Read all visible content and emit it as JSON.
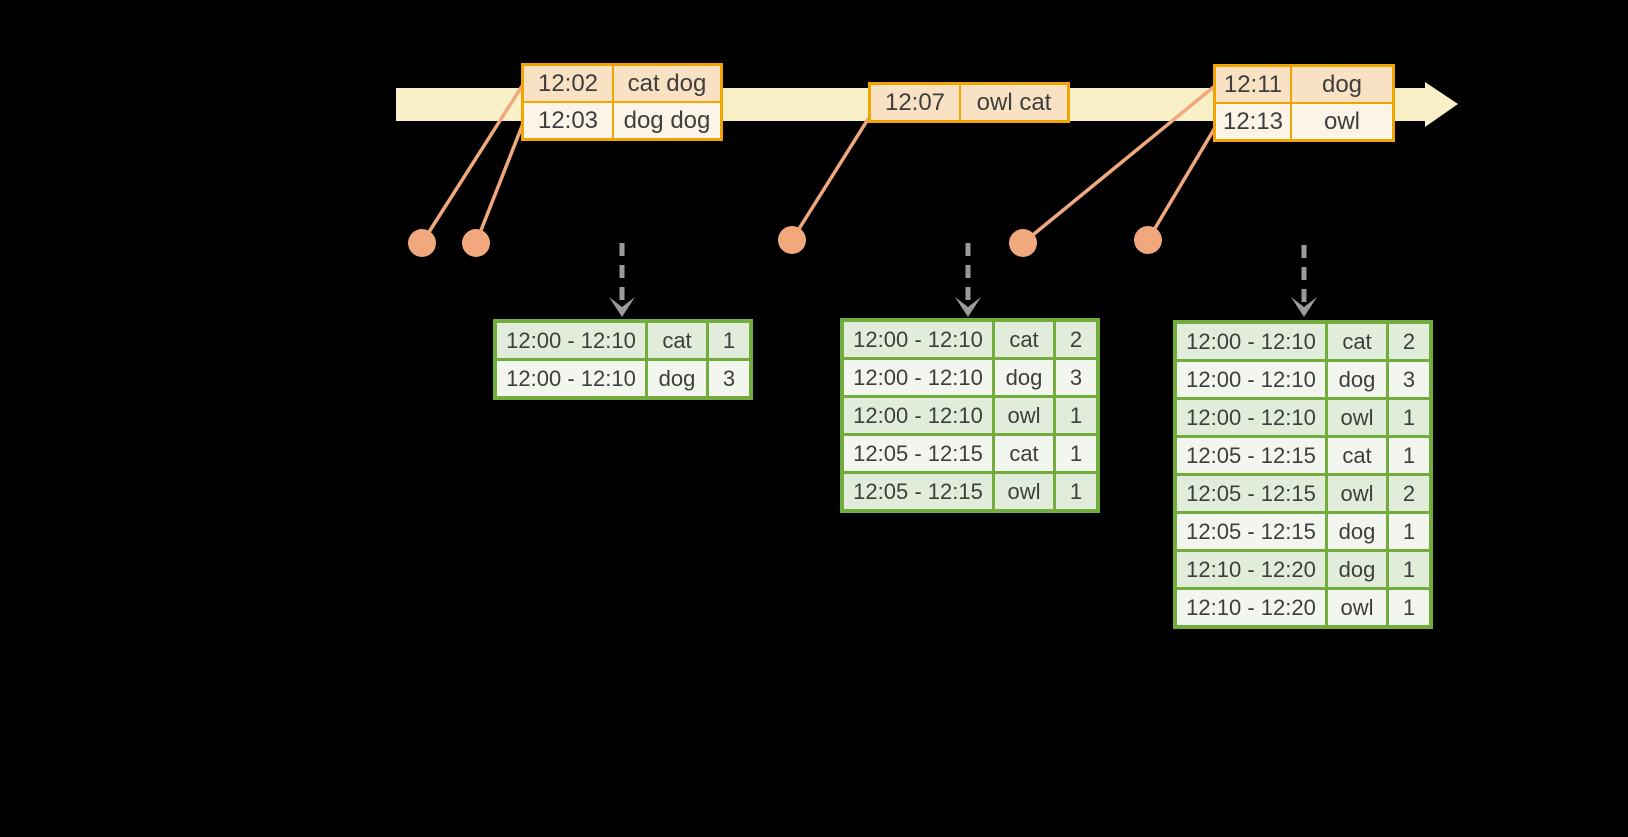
{
  "colors": {
    "band": "#FAF0C8",
    "gold": "#F0A500",
    "peach_dark": "#F9E2C3",
    "peach_light": "#FDF4E8",
    "orange": "#F0A87C",
    "gray": "#9B9B9B",
    "green": "#71AC3D",
    "green_dark": "#E2ECDA",
    "green_light": "#F2F6EE",
    "ink": "#3E3E3E",
    "background": "#000000"
  },
  "event_tables": [
    {
      "rows": [
        [
          "12:02",
          "cat dog"
        ],
        [
          "12:03",
          "dog dog"
        ]
      ]
    },
    {
      "rows": [
        [
          "12:07",
          "owl cat"
        ]
      ]
    },
    {
      "rows": [
        [
          "12:11",
          "dog"
        ],
        [
          "12:13",
          "owl"
        ]
      ]
    }
  ],
  "result_tables": [
    {
      "rows": [
        [
          "12:00 - 12:10",
          "cat",
          "1"
        ],
        [
          "12:00 - 12:10",
          "dog",
          "3"
        ]
      ]
    },
    {
      "rows": [
        [
          "12:00 - 12:10",
          "cat",
          "2"
        ],
        [
          "12:00 - 12:10",
          "dog",
          "3"
        ],
        [
          "12:00 - 12:10",
          "owl",
          "1"
        ],
        [
          "12:05 - 12:15",
          "cat",
          "1"
        ],
        [
          "12:05 - 12:15",
          "owl",
          "1"
        ]
      ]
    },
    {
      "rows": [
        [
          "12:00 - 12:10",
          "cat",
          "2"
        ],
        [
          "12:00 - 12:10",
          "dog",
          "3"
        ],
        [
          "12:00 - 12:10",
          "owl",
          "1"
        ],
        [
          "12:05 - 12:15",
          "cat",
          "1"
        ],
        [
          "12:05 - 12:15",
          "owl",
          "2"
        ],
        [
          "12:05 - 12:15",
          "dog",
          "1"
        ],
        [
          "12:10 - 12:20",
          "dog",
          "1"
        ],
        [
          "12:10 - 12:20",
          "owl",
          "1"
        ]
      ]
    }
  ]
}
